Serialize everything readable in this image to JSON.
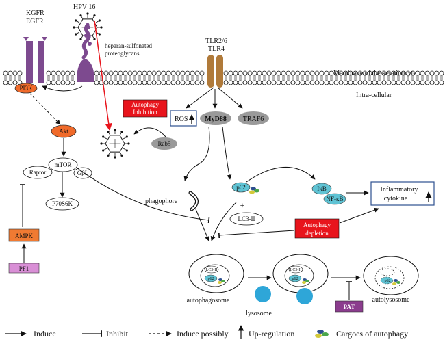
{
  "labels": {
    "hpv": "HPV 16",
    "hspg_1": "heparan-sulfonated",
    "hspg_2": "proteoglycans",
    "kgfr": "KGFR",
    "egfr": "EGFR",
    "tlr_1": "TLR2/6",
    "tlr_2": "TLR4",
    "membrane": "Membrane of the keratinocyte",
    "intracellular": "Intra-cellular",
    "pi3k": "PI3K",
    "akt": "Akt",
    "mtor": "mTOR",
    "raptor": "Raptor",
    "gbl": "GβL",
    "p70s6k": "P70S6K",
    "ampk": "AMPK",
    "pf1": "PF1",
    "autophagy_inhibition_1": "Autophagy",
    "autophagy_inhibition_2": "Inhibition",
    "rab5": "Rab5",
    "ros": "ROS",
    "myd88": "MyD88",
    "traf6": "TRAF6",
    "phagophore": "phagophore",
    "p62": "p62",
    "plus": "+",
    "lc3": "LC3-II",
    "ikb": "IκB",
    "nfkb": "NF-κB",
    "inflammatory_1": "Inflammatory",
    "inflammatory_2": "cytokine",
    "autophagy_depletion_1": "Autophagy",
    "autophagy_depletion_2": "depletion",
    "autophagosome": "autophagosome",
    "lysosome": "lysosome",
    "autolysosome": "autolysosome",
    "pat": "PAT",
    "lc3_small": "LC3-II",
    "p62_small": "p62"
  },
  "legend": {
    "induce": "Induce",
    "inhibit": "Inhibit",
    "induce_possibly": "Induce possibly",
    "up_regulation": "Up-regulation",
    "cargoes": "Cargoes of autophagy"
  },
  "colors": {
    "red_box": "#e8141c",
    "akt": "#f06a2a",
    "ampk": "#f07a32",
    "pf1": "#d98fd6",
    "pat": "#8b3c8e",
    "tlr": "#b07a3a",
    "receptor": "#7d4a8f",
    "grey": "#9a9a9a",
    "teal": "#5fc3d4",
    "lysosome": "#2ea6d8",
    "blue_frame": "#2d4f8f"
  }
}
